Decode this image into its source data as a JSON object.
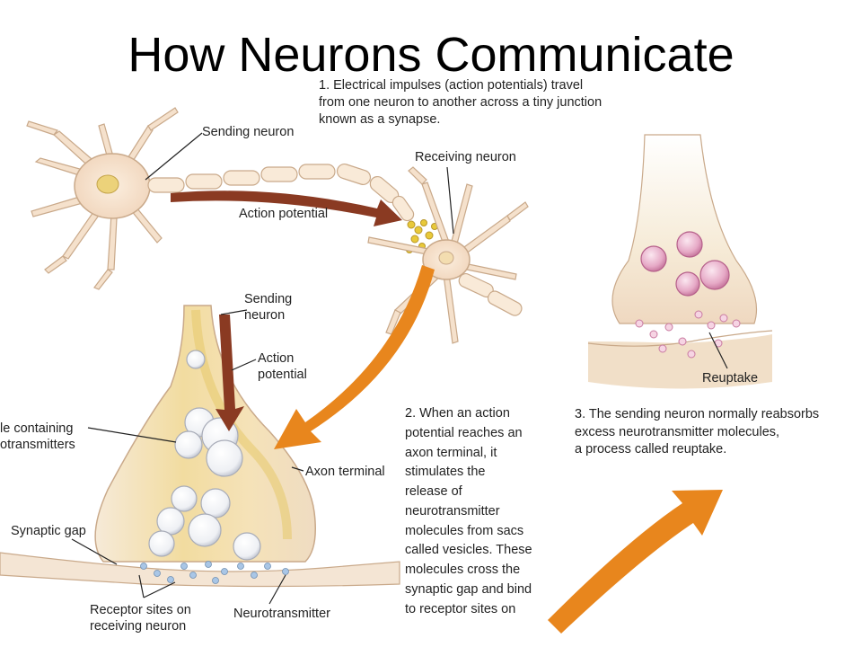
{
  "title": "How Neurons Communicate",
  "captions": {
    "step1": [
      "1. Electrical impulses (action potentials) travel",
      "from one neuron to another across a tiny junction",
      "known as a synapse."
    ],
    "step2": [
      "2. When an action",
      "potential reaches an",
      "axon terminal, it",
      "stimulates the",
      "release of",
      "neurotransmitter",
      "molecules from sacs",
      "called vesicles. These",
      "molecules cross the",
      "synaptic gap and bind",
      "to receptor sites on"
    ],
    "step3": [
      "3. The sending neuron normally reabsorbs",
      "excess neurotransmitter molecules,",
      "a process called reuptake."
    ]
  },
  "labels": {
    "sending_neuron_top": "Sending neuron",
    "receiving_neuron": "Receiving neuron",
    "action_potential_top": "Action potential",
    "sending_neuron_mid": [
      "Sending",
      "neuron"
    ],
    "action_potential_mid": [
      "Action",
      "potential"
    ],
    "vesicle": [
      "le containing",
      "otransmitters"
    ],
    "axon_terminal": "Axon terminal",
    "synaptic_gap": "Synaptic gap",
    "receptor_sites": [
      "Receptor sites on",
      "receiving neuron"
    ],
    "neurotransmitter": "Neurotransmitter",
    "reuptake": "Reuptake"
  },
  "colors": {
    "neuron_fill": "#f7e6d3",
    "neuron_stroke": "#c9a98a",
    "orange_arrow": "#e8861d",
    "dark_arrow": "#8a3a22",
    "vesicle": "#d98bb0",
    "gold": "#e8c93a"
  }
}
